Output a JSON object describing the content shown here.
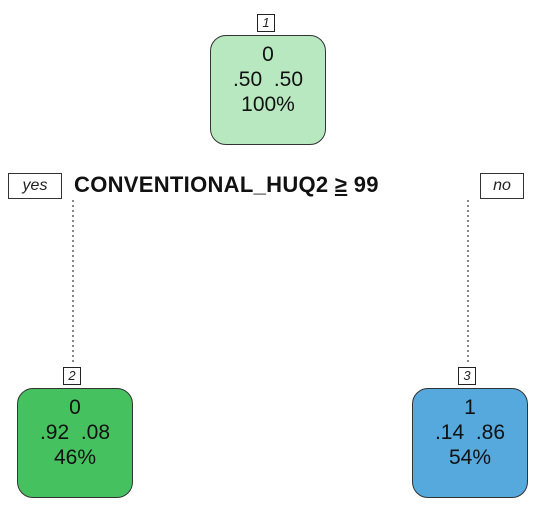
{
  "tree": {
    "root": {
      "id": "1",
      "class": "0",
      "prob_0": ".50",
      "prob_1": ".50",
      "percent": "100%",
      "color": "#b8e8c0"
    },
    "split": {
      "yes_label": "yes",
      "no_label": "no",
      "variable": "CONVENTIONAL_HUQ2",
      "operator": "≥",
      "threshold": "99"
    },
    "left": {
      "id": "2",
      "class": "0",
      "prob_0": ".92",
      "prob_1": ".08",
      "percent": "46%",
      "color": "#46c160"
    },
    "right": {
      "id": "3",
      "class": "1",
      "prob_0": ".14",
      "prob_1": ".86",
      "percent": "54%",
      "color": "#55a9dd"
    }
  }
}
